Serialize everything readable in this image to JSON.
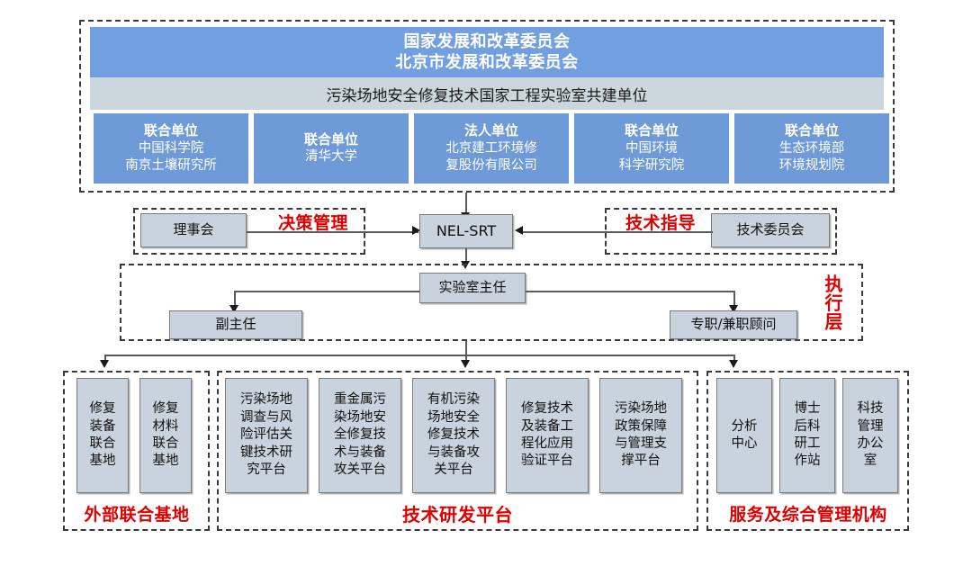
{
  "diagram": {
    "title_top_line1": "国家发展和改革委员会",
    "title_top_line2": "北京市发展和改革委员会",
    "subtitle": "污染场地安全修复技术国家工程实验室共建单位",
    "joint_units": [
      {
        "role": "联合单位",
        "name_line1": "中国科学院",
        "name_line2": "南京土壤研究所"
      },
      {
        "role": "联合单位",
        "name_line1": "清华大学",
        "name_line2": ""
      },
      {
        "role": "法人单位",
        "name_line1": "北京建工环境修",
        "name_line2": "复股份有限公司"
      },
      {
        "role": "联合单位",
        "name_line1": "中国环境",
        "name_line2": "科学研究院"
      },
      {
        "role": "联合单位",
        "name_line1": "生态环境部",
        "name_line2": "环境规划院"
      }
    ],
    "governance": {
      "left_box": "理事会",
      "left_label": "决策管理",
      "center_box": "NEL-SRT",
      "right_label": "技术指导",
      "right_box": "技术委员会"
    },
    "executive": {
      "layer_label": "执行层",
      "director": "实验室主任",
      "deputy": "副主任",
      "advisor": "专职/兼职顾问"
    },
    "bottom": {
      "external_bases": {
        "label": "外部联合基地",
        "items": [
          "修复\n装备\n联合\n基地",
          "修复\n材料\n联合\n基地"
        ]
      },
      "rnd_platforms": {
        "label": "技术研发平台",
        "items": [
          "污染场地\n调查与风\n险评估关\n键技术研\n究平台",
          "重金属污\n染场地安\n全修复技\n术与装备\n攻关平台",
          "有机污染\n场地安全\n修复技术\n与装备攻\n关平台",
          "修复技术\n及装备工\n程化应用\n验证平台",
          "污染场地\n政策保障\n与管理支\n撑平台"
        ]
      },
      "service_management": {
        "label": "服务及综合管理机构",
        "items": [
          "分析\n中心",
          "博士\n后科\n研工\n作站",
          "科技\n管理\n办公\n室"
        ]
      }
    },
    "colors": {
      "header_blue": "#729fdf",
      "subtitle_gray": "#ccd7dd",
      "unit_blue": "#6f9ad8",
      "box_steel": "#c9d3de",
      "accent_red": "#e00000",
      "line_gray": "#5a5a5a"
    }
  }
}
